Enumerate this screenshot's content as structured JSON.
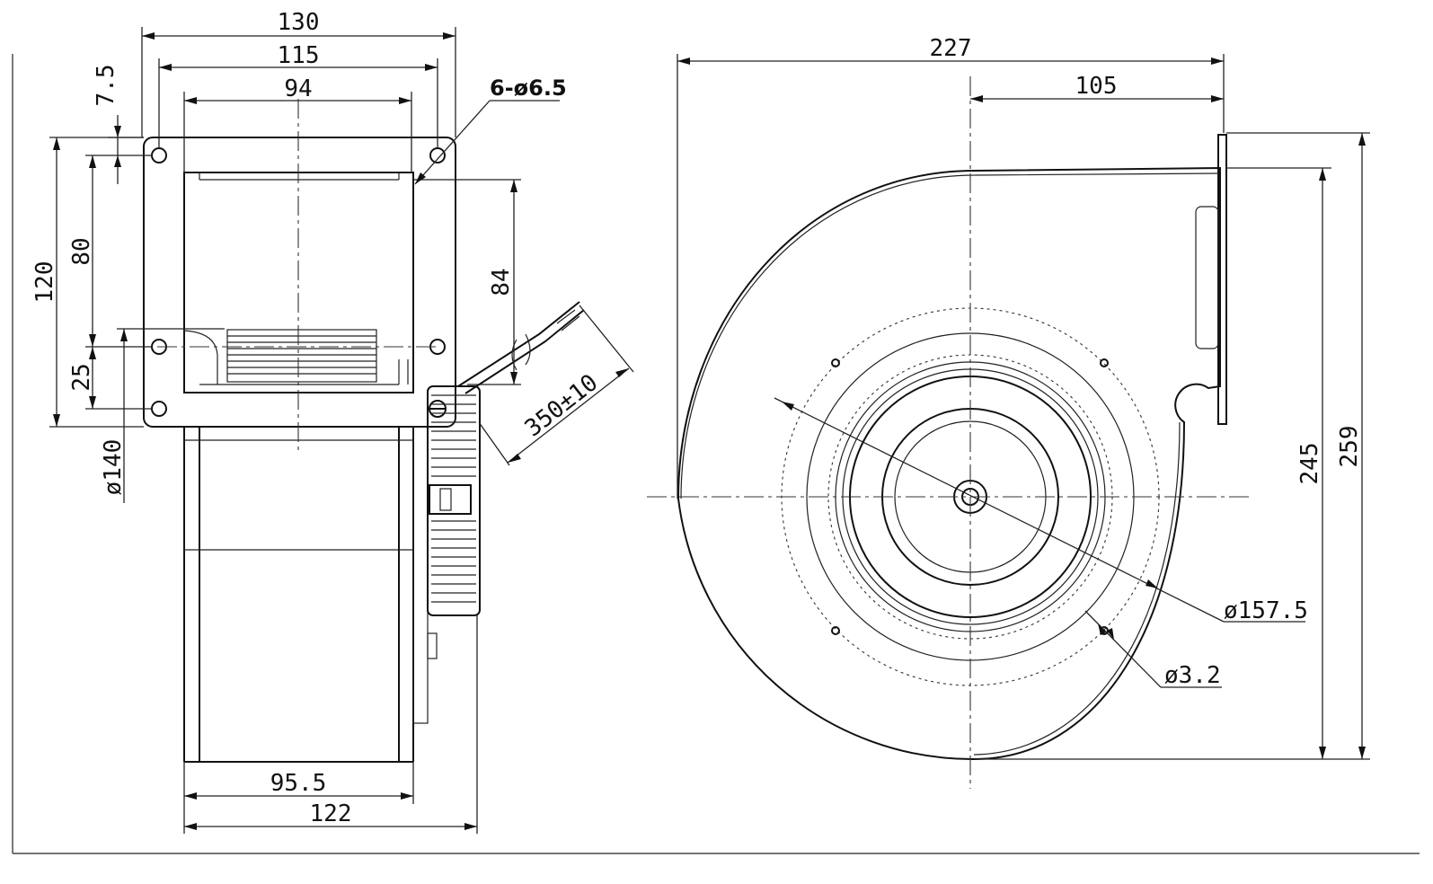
{
  "side_view": {
    "dim_width_overall": "130",
    "dim_hole_pitch_horizontal": "115",
    "dim_outlet_width": "94",
    "dim_hole_offset": "7.5",
    "dim_flange_height": "120",
    "dim_upper_hole_pitch": "80",
    "dim_lower_hole_pitch": "25",
    "dim_motor_diameter": "ø140",
    "dim_outlet_height": "84",
    "dim_mount_holes": "6-ø6.5",
    "dim_cable_length": "350±10",
    "dim_housing_depth": "95.5",
    "dim_total_depth": "122"
  },
  "front_view": {
    "dim_total_width": "227",
    "dim_center_to_flange": "105",
    "dim_inner_height": "245",
    "dim_total_height": "259",
    "dim_inlet_diameter": "ø157.5",
    "dim_small_hole": "ø3.2"
  }
}
